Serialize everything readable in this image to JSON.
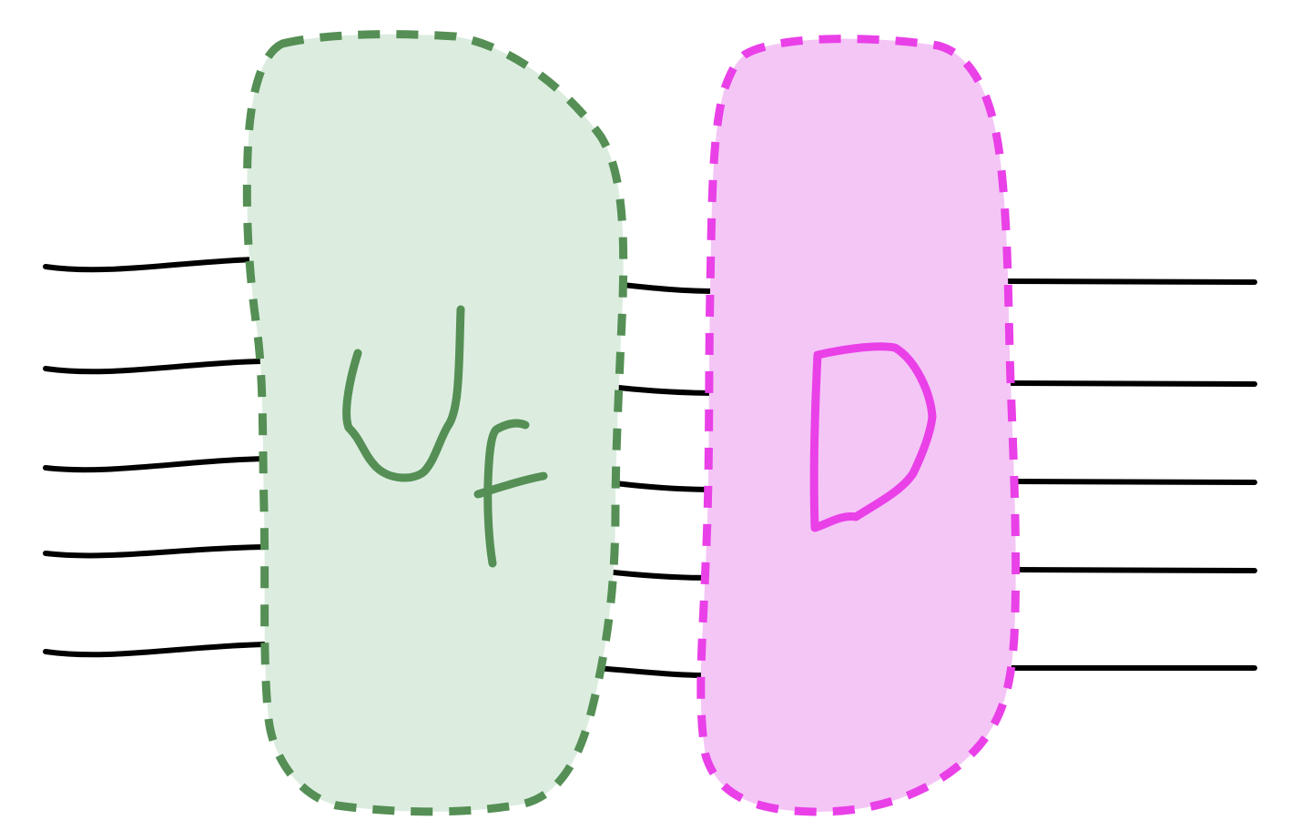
{
  "blocks": [
    {
      "name": "Uf",
      "label_glyphs": [
        "U",
        "f"
      ],
      "fill_color": "#dcede0",
      "stroke_color": "#558f55"
    },
    {
      "name": "D",
      "label_glyphs": [
        "D"
      ],
      "fill_color": "#f4c6f6",
      "stroke_color": "#e940e8"
    }
  ],
  "wire_color": "#000000",
  "wire_count_per_side": 5
}
